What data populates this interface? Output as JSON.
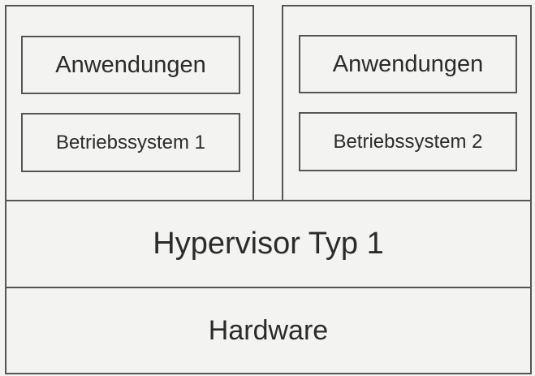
{
  "diagram": {
    "vm1": {
      "apps_label": "Anwendungen",
      "os_label": "Betriebssystem 1"
    },
    "vm2": {
      "apps_label": "Anwendungen",
      "os_label": "Betriebssystem 2"
    },
    "hypervisor_label": "Hypervisor Typ 1",
    "hardware_label": "Hardware"
  }
}
